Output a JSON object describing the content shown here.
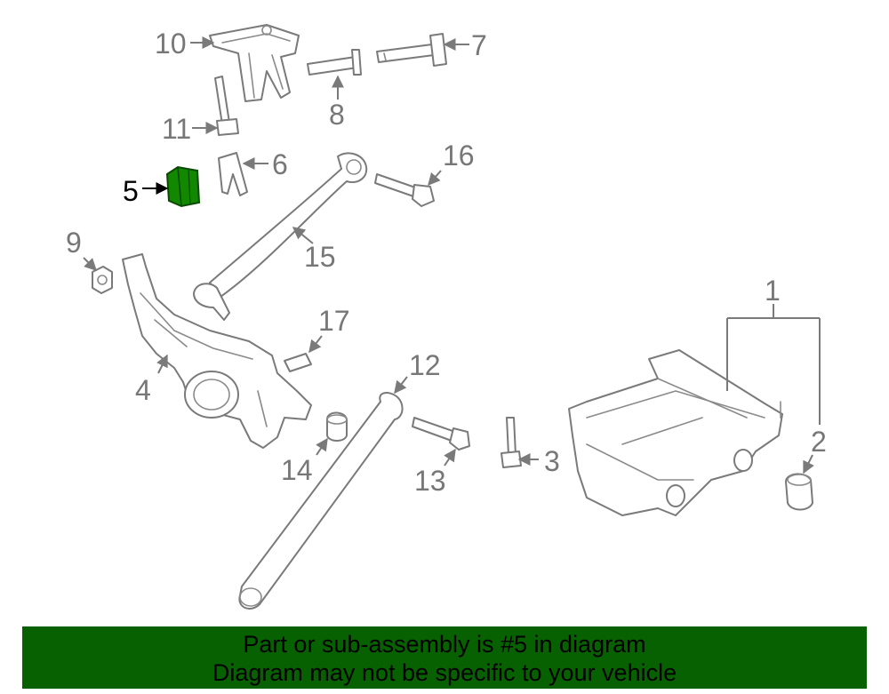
{
  "diagram": {
    "highlight_color": "#118800",
    "highlighted_part": "5",
    "callouts": [
      "1",
      "2",
      "3",
      "4",
      "5",
      "6",
      "7",
      "8",
      "9",
      "10",
      "11",
      "12",
      "13",
      "14",
      "15",
      "16",
      "17"
    ]
  },
  "banner": {
    "background": "#086100",
    "line1": "Part or sub-assembly is #5 in diagram",
    "line2": "Diagram may not be specific to your vehicle"
  }
}
